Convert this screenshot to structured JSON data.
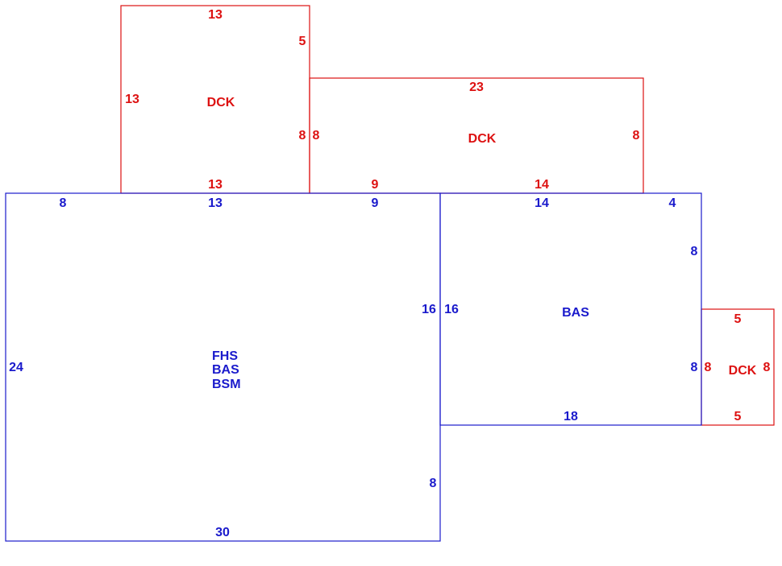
{
  "colors": {
    "main": "#1a1acc",
    "deck": "#dd1111"
  },
  "shapes": {
    "main_house": {
      "areas": [
        "FHS",
        "BAS",
        "BSM"
      ],
      "dims": {
        "top_a": "8",
        "top_b": "13",
        "top_c": "9",
        "left": "24",
        "bottom": "30",
        "right_upper": "16",
        "right_lower": "8"
      }
    },
    "bas_addition": {
      "area": "BAS",
      "dims": {
        "top_a": "14",
        "top_b": "4",
        "left": "16",
        "right_upper": "8",
        "right_lower": "8",
        "bottom": "18"
      }
    },
    "deck_upper_left": {
      "area": "DCK",
      "dims": {
        "top": "13",
        "left": "13",
        "right_upper": "5",
        "right_lower": "8",
        "bottom": "13"
      }
    },
    "deck_upper_right": {
      "area": "DCK",
      "dims": {
        "top": "23",
        "left": "8",
        "right": "8",
        "bottom_a": "9",
        "bottom_b": "14"
      }
    },
    "deck_small_right": {
      "area": "DCK",
      "dims": {
        "top": "5",
        "left": "8",
        "right": "8",
        "bottom": "5"
      }
    }
  }
}
